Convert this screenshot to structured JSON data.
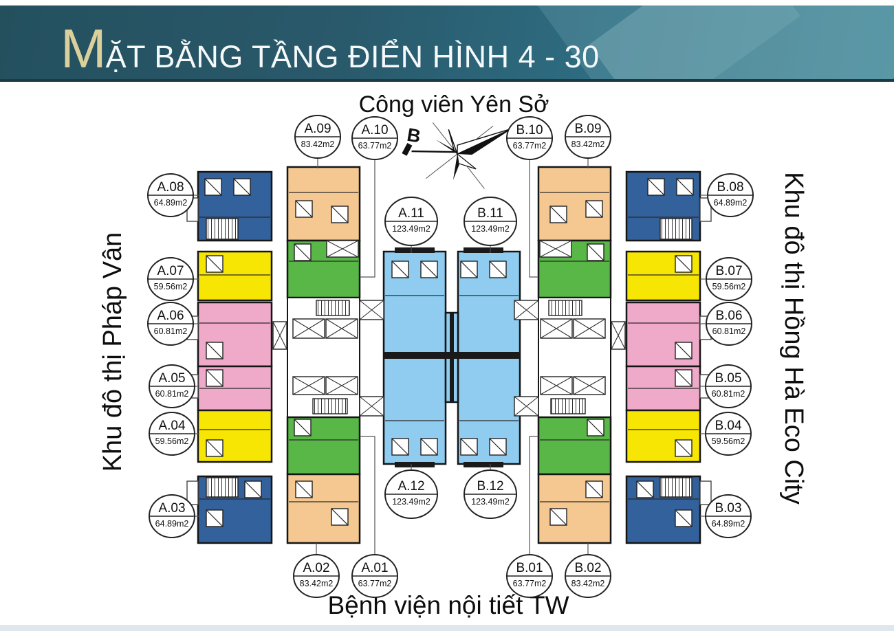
{
  "title": {
    "first_letter": "M",
    "rest": "ẶT BẰNG TẦNG ĐIỂN HÌNH 4 - 30"
  },
  "surroundings": {
    "top": "Công viên Yên Sở",
    "bottom": "Bệnh viện nội tiết TW",
    "left": "Khu đô thị Pháp Vân",
    "right": "Khu đô thị Hồng Hà Eco City"
  },
  "compass": {
    "letter": "B"
  },
  "palette": {
    "blue": "#33619b",
    "orange": "#f4c890",
    "yellow": "#f7e604",
    "pink": "#f0aac9",
    "green": "#58b747",
    "light_blue": "#8fccef",
    "wall": "#1a1a1a",
    "banner_dark": "#24505e",
    "banner_light": "#3a8093",
    "banner_letter": "#dbd09b"
  },
  "units": [
    {
      "name": "A.01",
      "area": "63.77m2"
    },
    {
      "name": "A.02",
      "area": "83.42m2"
    },
    {
      "name": "A.03",
      "area": "64.89m2"
    },
    {
      "name": "A.04",
      "area": "59.56m2"
    },
    {
      "name": "A.05",
      "area": "60.81m2"
    },
    {
      "name": "A.06",
      "area": "60.81m2"
    },
    {
      "name": "A.07",
      "area": "59.56m2"
    },
    {
      "name": "A.08",
      "area": "64.89m2"
    },
    {
      "name": "A.09",
      "area": "83.42m2"
    },
    {
      "name": "A.10",
      "area": "63.77m2"
    },
    {
      "name": "A.11",
      "area": "123.49m2"
    },
    {
      "name": "A.12",
      "area": "123.49m2"
    },
    {
      "name": "B.01",
      "area": "63.77m2"
    },
    {
      "name": "B.02",
      "area": "83.42m2"
    },
    {
      "name": "B.03",
      "area": "64.89m2"
    },
    {
      "name": "B.04",
      "area": "59.56m2"
    },
    {
      "name": "B.05",
      "area": "60.81m2"
    },
    {
      "name": "B.06",
      "area": "60.81m2"
    },
    {
      "name": "B.07",
      "area": "59.56m2"
    },
    {
      "name": "B.08",
      "area": "64.89m2"
    },
    {
      "name": "B.09",
      "area": "83.42m2"
    },
    {
      "name": "B.10",
      "area": "63.77m2"
    },
    {
      "name": "B.11",
      "area": "123.49m2"
    },
    {
      "name": "B.12",
      "area": "123.49m2"
    }
  ]
}
